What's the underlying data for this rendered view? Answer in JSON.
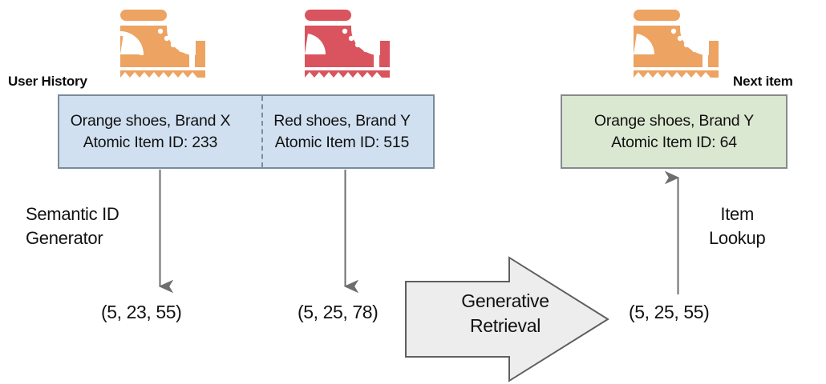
{
  "diagram": {
    "title_labels": {
      "user_history": "User History",
      "next_item": "Next item"
    },
    "history_box": {
      "items": [
        {
          "icon": "boot-icon",
          "color": "#eda361",
          "line1": "Orange shoes, Brand X",
          "line2": "Atomic Item ID: 233",
          "semantic_id": "(5, 23, 55)"
        },
        {
          "icon": "boot-icon",
          "color": "#d9545e",
          "line1": "Red shoes, Brand Y",
          "line2": "Atomic Item ID: 515",
          "semantic_id": "(5, 25, 78)"
        }
      ]
    },
    "next_item_box": {
      "icon": "boot-icon",
      "color": "#eda361",
      "line1": "Orange shoes, Brand Y",
      "line2": "Atomic Item ID: 64",
      "semantic_id": "(5, 25, 55)"
    },
    "process_labels": {
      "semantic_id_generator_line1": "Semantic ID",
      "semantic_id_generator_line2": "Generator",
      "item_lookup_line1": "Item",
      "item_lookup_line2": "Lookup",
      "generative_retrieval_line1": "Generative",
      "generative_retrieval_line2": "Retrieval"
    },
    "colors": {
      "history_fill": "#d0e0f0",
      "history_stroke": "#7b8b9a",
      "next_item_fill": "#dbe8d1",
      "next_item_stroke": "#868a8c",
      "block_arrow_fill": "#ededed",
      "block_arrow_stroke": "#5f5f5f",
      "arrow_stroke": "#6e6e6e",
      "shoe_orange": "#eda361",
      "shoe_red": "#d9545e",
      "text": "#111111"
    }
  }
}
